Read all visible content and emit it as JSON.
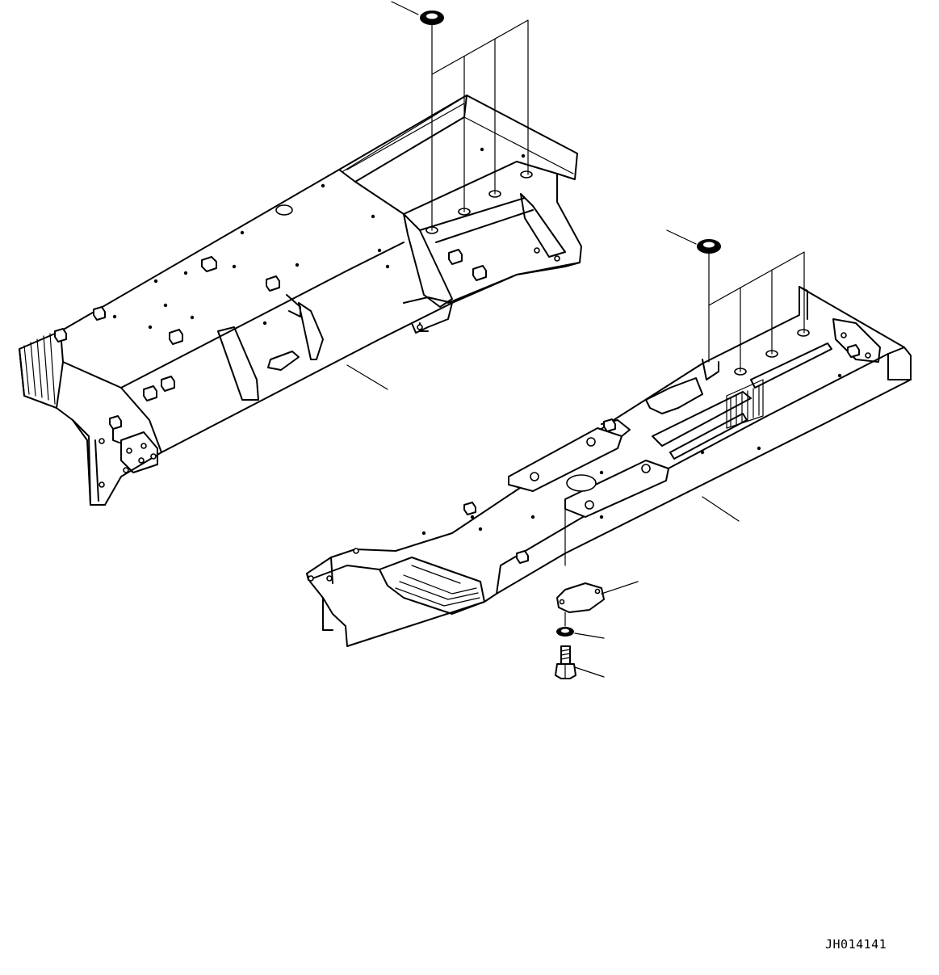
{
  "drawing": {
    "code": "JH014141"
  },
  "colors": {
    "line": "#000000",
    "background": "#ffffff"
  },
  "parts": [
    {
      "id": "upper-frame",
      "icon": "frame-rail-upper"
    },
    {
      "id": "lower-frame",
      "icon": "frame-rail-lower"
    },
    {
      "id": "washer-upper",
      "icon": "washer-icon"
    },
    {
      "id": "washer-lower",
      "icon": "washer-icon"
    },
    {
      "id": "cover-plate",
      "icon": "cover-plate-icon"
    },
    {
      "id": "washer-small",
      "icon": "washer-icon"
    },
    {
      "id": "bolt",
      "icon": "bolt-icon"
    }
  ]
}
